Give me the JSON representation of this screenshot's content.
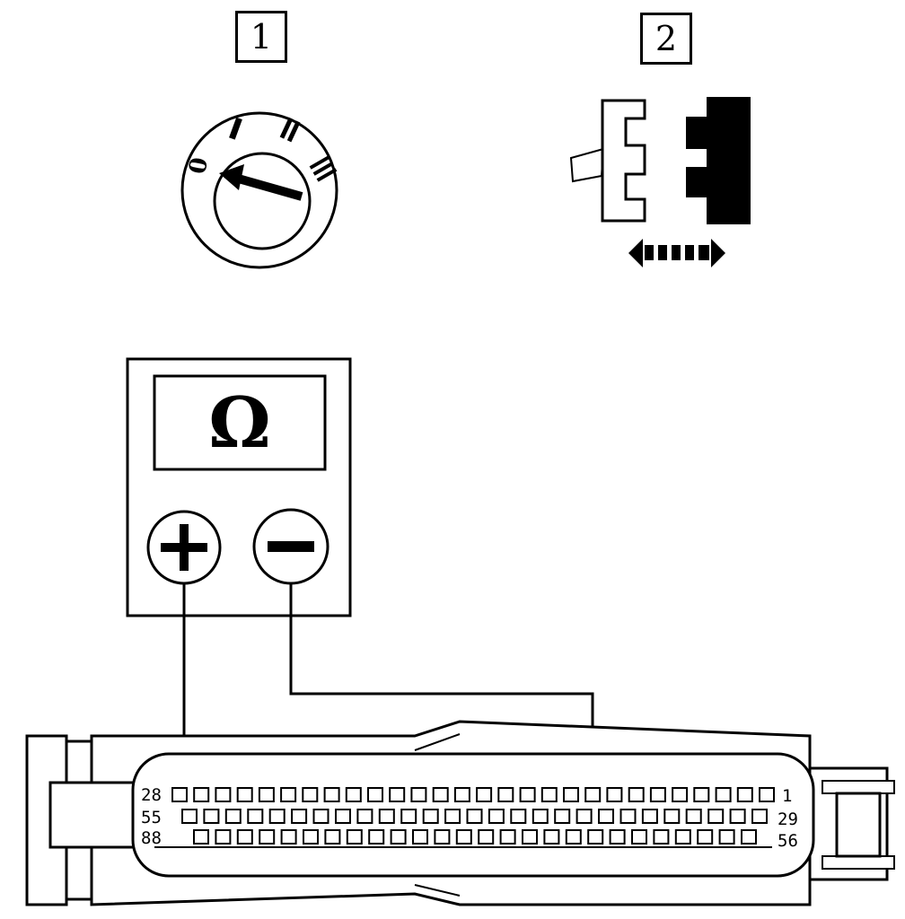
{
  "steps": [
    {
      "label": "1",
      "icon": "ignition-switch-icon"
    },
    {
      "label": "2",
      "icon": "connector-disconnect-icon"
    }
  ],
  "ignition_switch": {
    "positions": [
      "0",
      "I",
      "II",
      "III"
    ],
    "selected": "0"
  },
  "multimeter": {
    "mode_symbol": "Ω",
    "probes": [
      "+",
      "−"
    ]
  },
  "ecu_connector": {
    "rows": [
      {
        "left_label": "28",
        "right_label": "1"
      },
      {
        "left_label": "55",
        "right_label": "29"
      },
      {
        "left_label": "88",
        "right_label": "56"
      }
    ]
  },
  "colors": {
    "ink": "#000000",
    "paper": "#ffffff"
  }
}
